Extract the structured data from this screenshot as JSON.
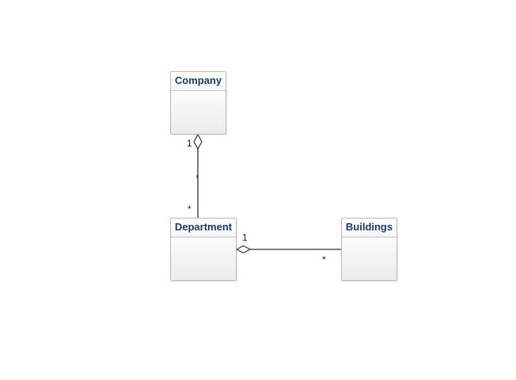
{
  "diagram": {
    "classes": {
      "company": "Company",
      "department": "Department",
      "buildings": "Buildings"
    },
    "associations": {
      "company_department": {
        "company_end": "1",
        "department_end": "*"
      },
      "department_buildings": {
        "department_end": "1",
        "buildings_end": "*"
      }
    }
  }
}
